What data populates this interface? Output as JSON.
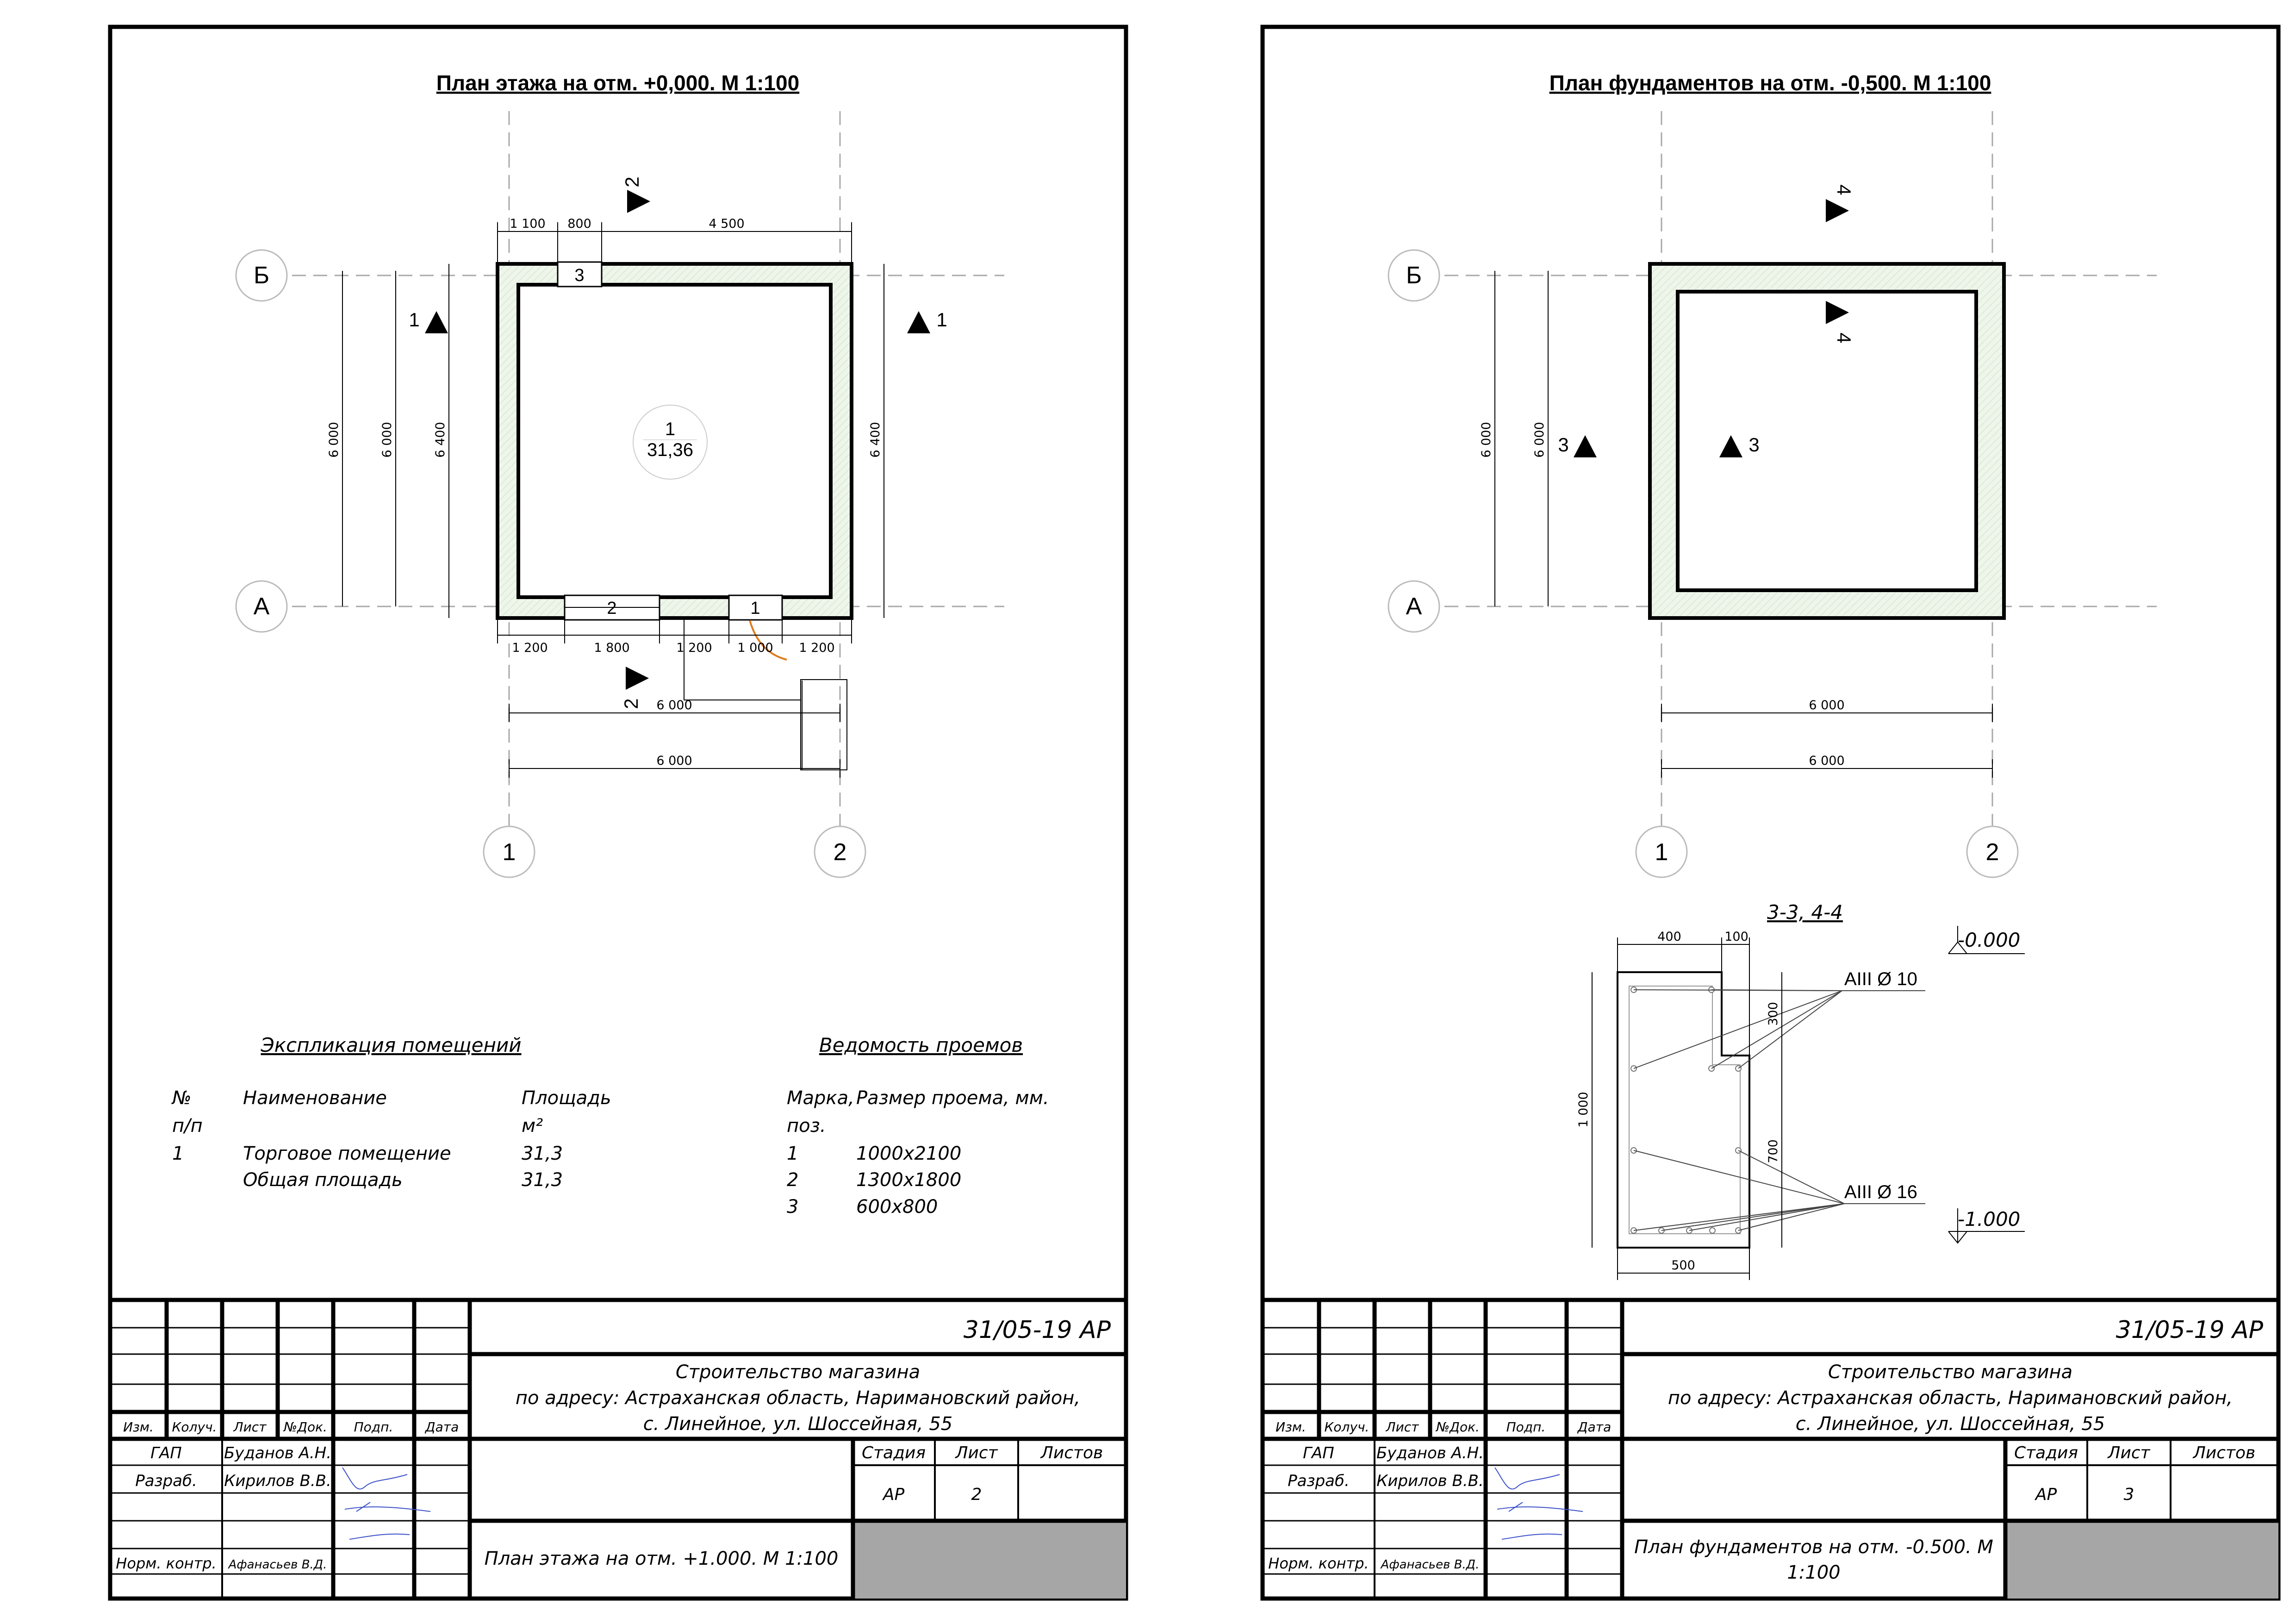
{
  "sheet1": {
    "title": "План этажа на отм. +0,000. М 1:100",
    "axes": {
      "letters": [
        "А",
        "Б"
      ],
      "numbers": [
        "1",
        "2"
      ]
    },
    "dims_top": [
      "1 100",
      "800",
      "4 500"
    ],
    "dims_bottom": [
      "1 200",
      "1 800",
      "1 200",
      "1 000",
      "1 200"
    ],
    "dims_overall": [
      "6 000",
      "6 000"
    ],
    "dims_left": [
      "6 000",
      "6 000",
      "6 400"
    ],
    "dims_right": [
      "6 400"
    ],
    "room": {
      "number": "1",
      "area": "31,36"
    },
    "openings_marks": [
      "1",
      "2",
      "3"
    ],
    "section_marks": [
      "1",
      "1",
      "2",
      "2"
    ],
    "explication": {
      "title": "Экспликация помещений",
      "headers": [
        "№ п/п",
        "Наименование",
        "Площадь м²"
      ],
      "header_lines": {
        "num": [
          "№",
          "п/п"
        ],
        "name": "Наименование",
        "area": [
          "Площадь",
          "м²"
        ]
      },
      "rows": [
        {
          "num": "1",
          "name": "Торговое помещение",
          "area": "31,3"
        },
        {
          "num": "",
          "name": "Общая площадь",
          "area": "31,3"
        }
      ]
    },
    "openings_schedule": {
      "title": "Ведомость проемов",
      "headers": [
        "Марка, поз.",
        "Размер проема, мм."
      ],
      "header_lines": {
        "mark": [
          "Марка,",
          "поз."
        ],
        "size": "Размер проема, мм."
      },
      "rows": [
        {
          "mark": "1",
          "size": "1000х2100"
        },
        {
          "mark": "2",
          "size": "1300х1800"
        },
        {
          "mark": "3",
          "size": "600х800"
        }
      ]
    },
    "stamp": {
      "code": "31/05-19 АР",
      "project": [
        "Строительство магазина",
        "по адресу: Астраханская область, Наримановский район,",
        "с. Линейное, ул. Шоссейная, 55"
      ],
      "col_headers": [
        "Изм.",
        "Колуч.",
        "Лист",
        "№Док.",
        "Подп.",
        "Дата"
      ],
      "roles": [
        "ГАП",
        "Разраб.",
        "Норм. контр."
      ],
      "names": [
        "Буданов А.Н.",
        "Кирилов В.В.",
        "Афанасьев В.Д."
      ],
      "stage_headers": [
        "Стадия",
        "Лист",
        "Листов"
      ],
      "stage": "АР",
      "sheet_no": "2",
      "sheets_total": "",
      "sheet_title": "План этажа на отм. +1.000. М 1:100"
    }
  },
  "sheet2": {
    "title": "План фундаментов на отм. -0,500. М 1:100",
    "axes": {
      "letters": [
        "А",
        "Б"
      ],
      "numbers": [
        "1",
        "2"
      ]
    },
    "dims_left": [
      "6 000",
      "6 000"
    ],
    "dims_bottom": [
      "6 000",
      "6 000"
    ],
    "section_marks": [
      "4",
      "4",
      "3",
      "3"
    ],
    "section": {
      "title": "3-3, 4-4",
      "dims": {
        "top_left": "400",
        "top_right": "100",
        "height": "1 000",
        "step": "300",
        "lower": "700",
        "base": "500"
      },
      "levels": [
        "-0.000",
        "-1.000"
      ],
      "rebar": [
        "AIII Ø 10",
        "AIII Ø 16"
      ]
    },
    "stamp": {
      "code": "31/05-19 АР",
      "project": [
        "Строительство магазина",
        "по адресу: Астраханская область, Наримановский район,",
        "с. Линейное, ул. Шоссейная, 55"
      ],
      "col_headers": [
        "Изм.",
        "Колуч.",
        "Лист",
        "№Док.",
        "Подп.",
        "Дата"
      ],
      "roles": [
        "ГАП",
        "Разраб.",
        "Норм. контр."
      ],
      "names": [
        "Буданов А.Н.",
        "Кирилов В.В.",
        "Афанасьев В.Д."
      ],
      "stage_headers": [
        "Стадия",
        "Лист",
        "Листов"
      ],
      "stage": "АР",
      "sheet_no": "3",
      "sheets_total": "",
      "sheet_title": [
        "План фундаментов на отм. -0.500. М",
        "1:100"
      ]
    }
  },
  "colors": {
    "axis": "#a8a8a8",
    "wall_hatch": "#eef5ea",
    "stamp_fill": "#a6a6a6",
    "door_swing": "#e07a1c",
    "signature": "#3a50c8"
  }
}
